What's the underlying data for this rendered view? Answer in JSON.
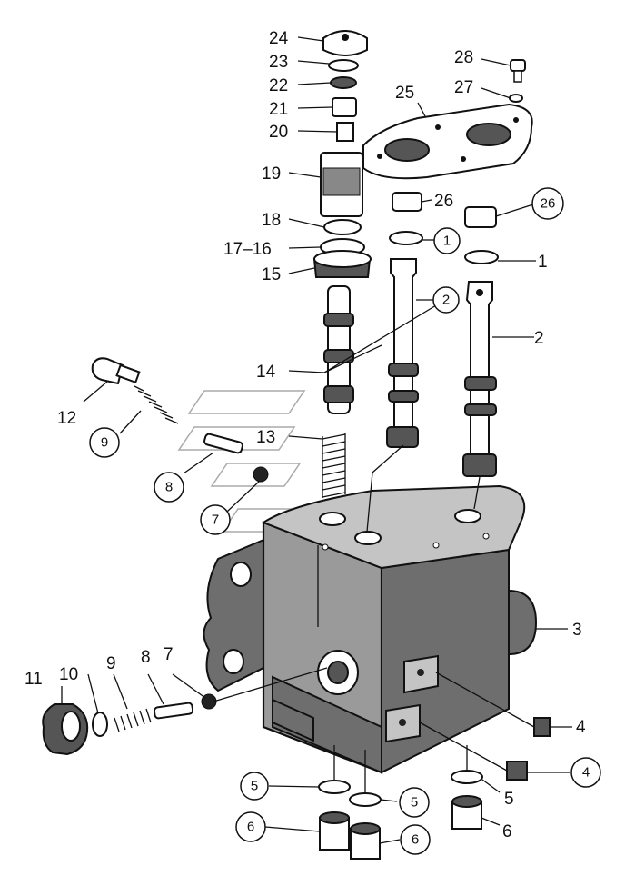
{
  "labels": [
    {
      "text": "24",
      "circled": false
    },
    {
      "text": "23",
      "circled": false
    },
    {
      "text": "22",
      "circled": false
    },
    {
      "text": "21",
      "circled": false
    },
    {
      "text": "20",
      "circled": false
    },
    {
      "text": "19",
      "circled": false
    },
    {
      "text": "18",
      "circled": false
    },
    {
      "text": "17–16",
      "circled": false
    },
    {
      "text": "15",
      "circled": false
    },
    {
      "text": "14",
      "circled": false
    },
    {
      "text": "13",
      "circled": false
    },
    {
      "text": "12",
      "circled": false
    },
    {
      "text": "9",
      "circled": true
    },
    {
      "text": "8",
      "circled": true
    },
    {
      "text": "7",
      "circled": true
    },
    {
      "text": "28",
      "circled": false
    },
    {
      "text": "27",
      "circled": false
    },
    {
      "text": "25",
      "circled": false
    },
    {
      "text": "26",
      "circled": false
    },
    {
      "text": "26",
      "circled": true
    },
    {
      "text": "1",
      "circled": true
    },
    {
      "text": "1",
      "circled": false
    },
    {
      "text": "2",
      "circled": true
    },
    {
      "text": "2",
      "circled": false
    },
    {
      "text": "3",
      "circled": false
    },
    {
      "text": "4",
      "circled": false
    },
    {
      "text": "4",
      "circled": true
    },
    {
      "text": "11",
      "circled": false
    },
    {
      "text": "10",
      "circled": false
    },
    {
      "text": "9",
      "circled": false
    },
    {
      "text": "8",
      "circled": false
    },
    {
      "text": "7",
      "circled": false
    },
    {
      "text": "5",
      "circled": true
    },
    {
      "text": "5",
      "circled": true
    },
    {
      "text": "5",
      "circled": false
    },
    {
      "text": "6",
      "circled": true
    },
    {
      "text": "6",
      "circled": true
    },
    {
      "text": "6",
      "circled": false
    }
  ]
}
